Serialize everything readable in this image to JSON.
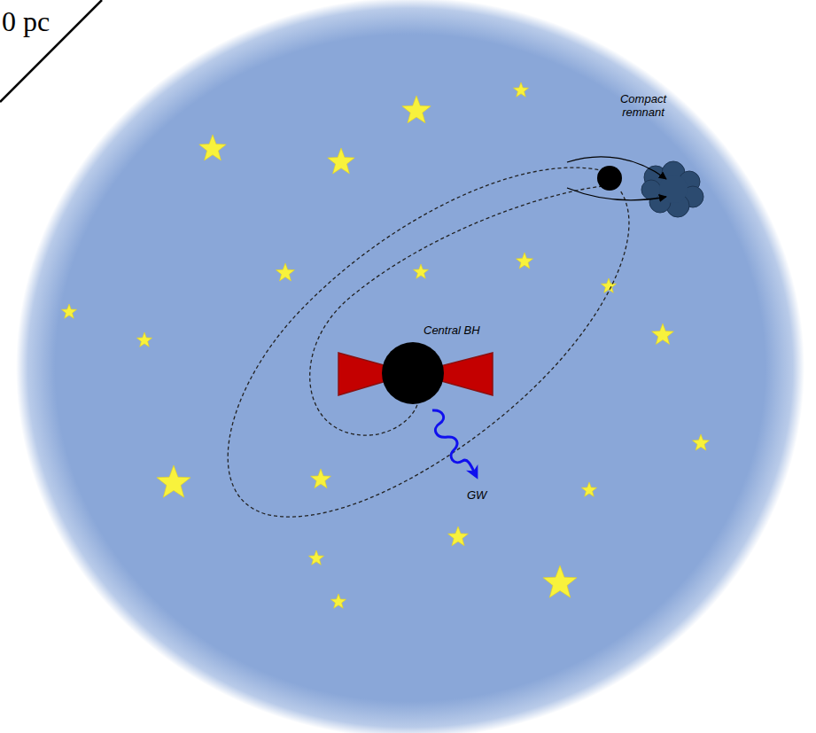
{
  "diagram": {
    "labels": [
      "0 pc",
      "Compact remnant",
      "Central BH",
      "GW"
    ]
  }
}
